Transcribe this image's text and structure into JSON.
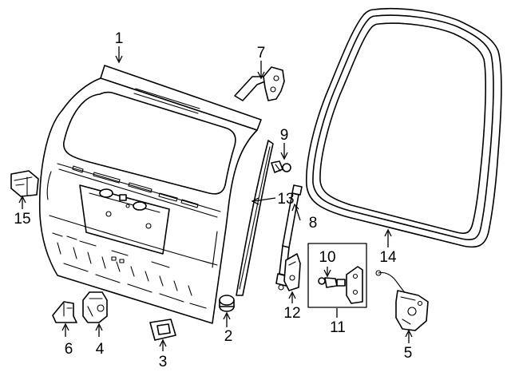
{
  "callouts": [
    {
      "id": "c1",
      "text": "1"
    },
    {
      "id": "c2",
      "text": "2"
    },
    {
      "id": "c3",
      "text": "3"
    },
    {
      "id": "c4",
      "text": "4"
    },
    {
      "id": "c5",
      "text": "5"
    },
    {
      "id": "c6",
      "text": "6"
    },
    {
      "id": "c7",
      "text": "7"
    },
    {
      "id": "c8",
      "text": "8"
    },
    {
      "id": "c9",
      "text": "9"
    },
    {
      "id": "c10",
      "text": "10"
    },
    {
      "id": "c11",
      "text": "11"
    },
    {
      "id": "c12",
      "text": "12"
    },
    {
      "id": "c13",
      "text": "13"
    },
    {
      "id": "c14",
      "text": "14"
    },
    {
      "id": "c15",
      "text": "15"
    }
  ],
  "parts": [
    {
      "callout": "1",
      "icon": "liftgate-panel-icon"
    },
    {
      "callout": "2",
      "icon": "bumper-stop-icon"
    },
    {
      "callout": "3",
      "icon": "handle-icon"
    },
    {
      "callout": "4",
      "icon": "striker-icon"
    },
    {
      "callout": "5",
      "icon": "latch-assembly-icon"
    },
    {
      "callout": "6",
      "icon": "clip-icon"
    },
    {
      "callout": "7",
      "icon": "hinge-icon"
    },
    {
      "callout": "8",
      "icon": "lift-support-strut-icon"
    },
    {
      "callout": "9",
      "icon": "ball-stud-icon"
    },
    {
      "callout": "10",
      "icon": "ball-stud-icon"
    },
    {
      "callout": "11",
      "icon": "bracket-kit-icon"
    },
    {
      "callout": "12",
      "icon": "bracket-icon"
    },
    {
      "callout": "13",
      "icon": "trim-strip-icon"
    },
    {
      "callout": "14",
      "icon": "weatherstrip-seal-icon"
    },
    {
      "callout": "15",
      "icon": "bumper-icon"
    }
  ]
}
